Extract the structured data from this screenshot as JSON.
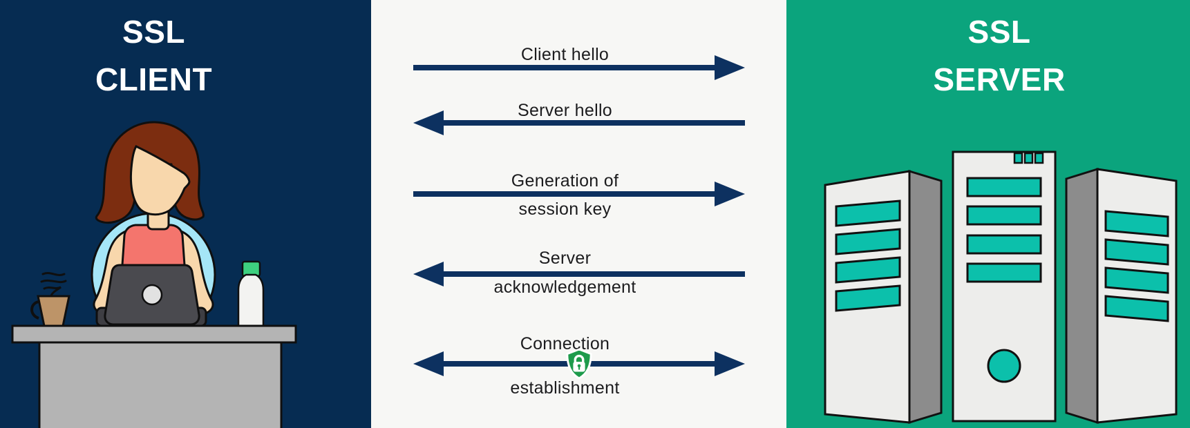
{
  "client_panel": {
    "title_line1": "SSL",
    "title_line2": "CLIENT",
    "illustration": "woman-working-on-laptop-at-desk"
  },
  "server_panel": {
    "title_line1": "SSL",
    "title_line2": "SERVER",
    "illustration": "three-server-towers"
  },
  "handshake": {
    "steps": [
      {
        "label_line1": "Client hello",
        "label_line2": "",
        "direction": "right",
        "lock": false
      },
      {
        "label_line1": "Server hello",
        "label_line2": "",
        "direction": "left",
        "lock": false
      },
      {
        "label_line1": "Generation of",
        "label_line2": "session key",
        "direction": "right",
        "lock": false
      },
      {
        "label_line1": "Server",
        "label_line2": "acknowledgement",
        "direction": "left",
        "lock": false
      },
      {
        "label_line1": "Connection",
        "label_line2": "establishment",
        "direction": "both",
        "lock": true
      }
    ]
  },
  "icons": {
    "lock": "lock-shield-icon"
  },
  "colors": {
    "navy": "#062c52",
    "arrow_navy": "#0d3160",
    "green": "#0ba47d",
    "teal": "#0cc0ab",
    "shield_green": "#1e9b4c",
    "bg_mid": "#f7f7f5",
    "ink": "#1c1c1e"
  }
}
